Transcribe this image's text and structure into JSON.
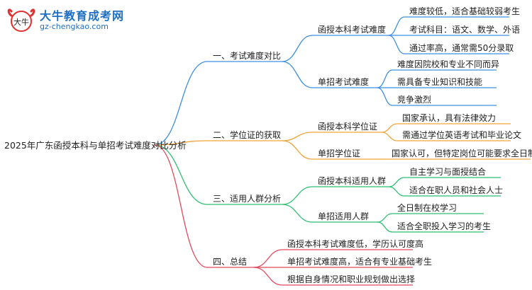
{
  "logo": {
    "site_name": "大牛教育成考网",
    "url": "gz-chengkao.com",
    "mark_text": "大牛"
  },
  "root": "2025年广东函授本科与单招考试难度对比分析",
  "colors": {
    "blue": "#3d8fe0",
    "orange": "#f0a43a",
    "green": "#2fbf71",
    "red": "#e4485c"
  },
  "branches": [
    {
      "label": "一、考试难度对比",
      "color": "blue",
      "children": [
        {
          "label": "函授本科考试难度",
          "leaves": [
            "难度较低，适合基础较弱考生",
            "考试科目：语文、数学、外语",
            "通过率高，通常需50分录取"
          ]
        },
        {
          "label": "单招考试难度",
          "leaves": [
            "难度因院校和专业不同而异",
            "需具备专业知识和技能",
            "竞争激烈"
          ]
        }
      ]
    },
    {
      "label": "二、学位证的获取",
      "color": "orange",
      "children": [
        {
          "label": "函授本科学位证",
          "leaves": [
            "国家承认，具有法律效力",
            "需通过学位英语考试和毕业论文"
          ]
        },
        {
          "label": "单招学位证",
          "leaves": [
            "国家认可，但特定岗位可能要求全日制学历"
          ]
        }
      ]
    },
    {
      "label": "三、适用人群分析",
      "color": "green",
      "children": [
        {
          "label": "函授本科适用人群",
          "leaves": [
            "自主学习与面授结合",
            "适合在职人员和社会人士"
          ]
        },
        {
          "label": "单招适用人群",
          "leaves": [
            "全日制在校学习",
            "适合全职投入学习的考生"
          ]
        }
      ]
    },
    {
      "label": "四、总结",
      "color": "red",
      "leaves": [
        "函授本科考试难度低，学历认可度高",
        "单招考试难度高，适合有专业基础考生",
        "根据自身情况和职业规划做出选择"
      ]
    }
  ]
}
